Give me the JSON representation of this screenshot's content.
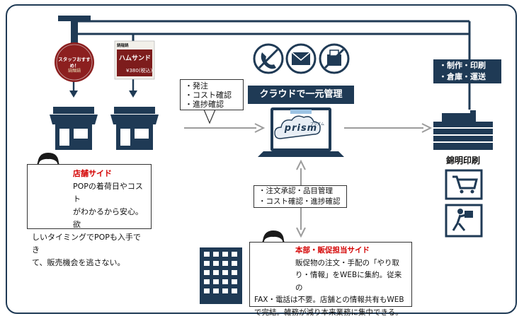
{
  "colors": {
    "navy": "#1f3a55",
    "gray": "#9c9c9c",
    "red": "#d40000",
    "frame": "#1f3a55"
  },
  "pop_sign": {
    "text": "スタッフおすすめ！",
    "logo": "鍋麺鍋"
  },
  "ham_sign": {
    "logo": "鍋麺鍋",
    "product": "ハムサンド",
    "price": "¥380(税込)"
  },
  "order_labels": [
    "・発注",
    "・コスト確認",
    "・進捗確認"
  ],
  "cloud_banner": "クラウドで一元管理",
  "cloud_icons": [
    "phone-crossed-icon",
    "mail-icon",
    "fax-crossed-icon"
  ],
  "prism": {
    "brand": "prism",
    "kana": "プリズム"
  },
  "production_labels": [
    "・制作・印刷",
    "・倉庫・運送"
  ],
  "company_name": "錦明印刷",
  "store_side": {
    "title": "店舗サイド",
    "lines": [
      "POPの着荷日やコスト",
      "がわかるから安心。欲",
      "しいタイミングでPOPも入手でき",
      "て、販売機会を逃さない。"
    ]
  },
  "hq_labels": [
    "・注文承認・品目管理",
    "・コスト確認・進捗確認"
  ],
  "hq_side": {
    "title": "本部・販促担当サイド",
    "lines": [
      "販促物の注文・手配の「やり取",
      "り・情報」をWEBに集約。従来の",
      "FAX・電話は不要。店舗との情報共有もWEB",
      "で完結。雑務が減り本来業務に集中できる。"
    ]
  }
}
